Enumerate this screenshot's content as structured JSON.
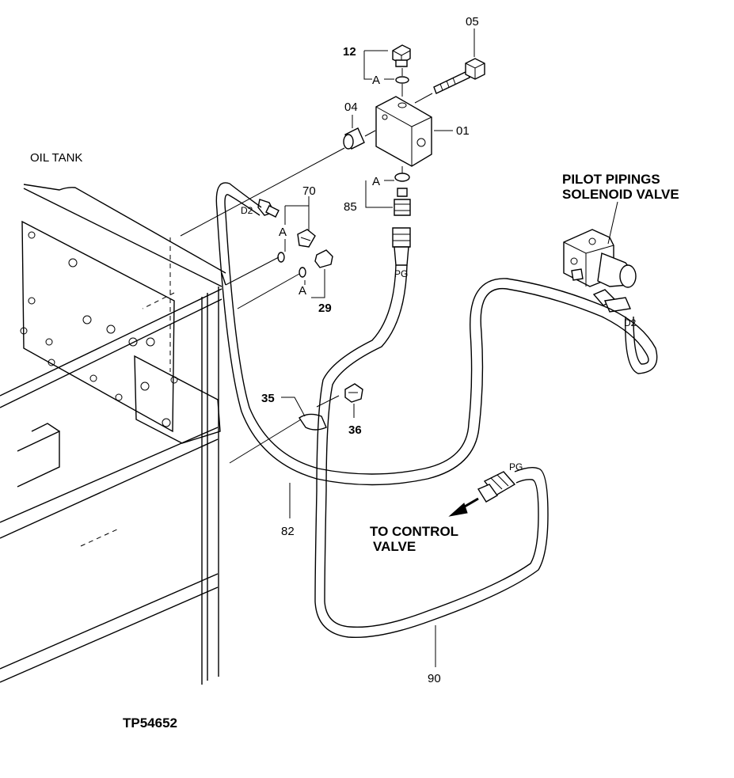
{
  "figure_id": "TP54652",
  "titles": {
    "oil_tank": "OIL  TANK",
    "pilot_line1": "PILOT PIPINGS",
    "pilot_line2": "SOLENOID VALVE",
    "control_line1": "TO CONTROL",
    "control_line2": "VALVE"
  },
  "callouts": {
    "p05": "05",
    "p12": "12",
    "p04": "04",
    "p01": "01",
    "p70": "70",
    "p85": "85",
    "p29": "29",
    "p35": "35",
    "p36": "36",
    "p82": "82",
    "p90": "90"
  },
  "markers": {
    "a": "A",
    "d2": "D2",
    "pg": "PG"
  }
}
